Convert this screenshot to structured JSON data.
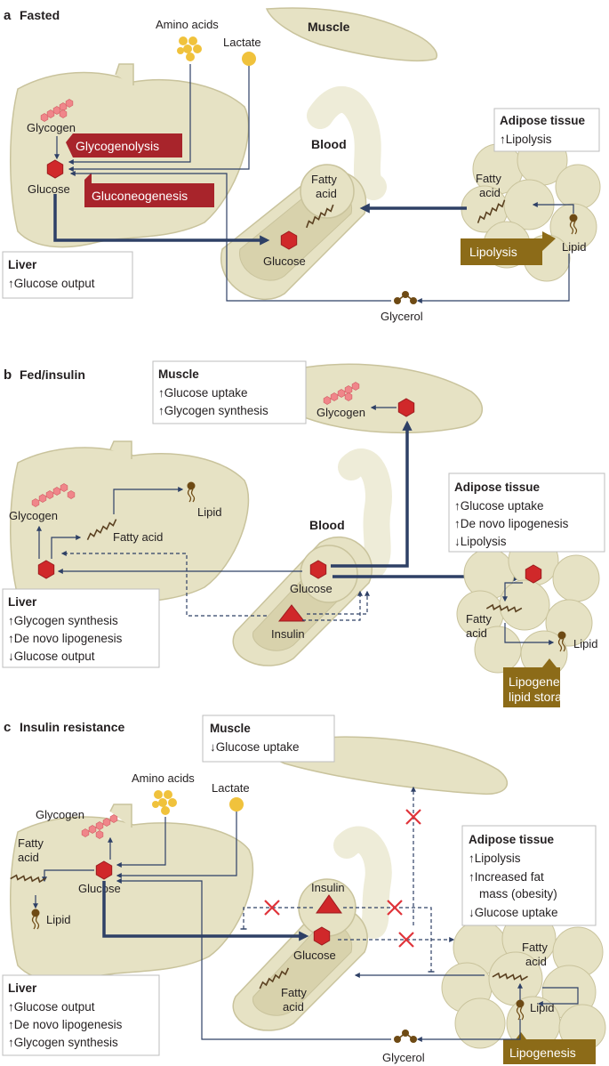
{
  "panels": [
    {
      "letter": "a",
      "title": "Fasted",
      "labels": {
        "amino_acids": "Amino acids",
        "lactate": "Lactate",
        "muscle": "Muscle",
        "glycogen": "Glycogen",
        "glucose": "Glucose",
        "blood": "Blood",
        "fatty_acid_1": "Fatty",
        "fatty_acid_2": "acid",
        "blood_glucose": "Glucose",
        "lipid": "Lipid",
        "glycerol": "Glycerol"
      },
      "process_tags": {
        "glycogenolysis": "Glycogenolysis",
        "gluconeogenesis": "Gluconeogenesis",
        "lipolysis": "Lipolysis"
      },
      "boxes": {
        "adipose": {
          "title": "Adipose tissue",
          "lines": [
            "↑Lipolysis"
          ]
        },
        "liver": {
          "title": "Liver",
          "lines": [
            "↑Glucose output"
          ]
        }
      }
    },
    {
      "letter": "b",
      "title": "Fed/insulin",
      "labels": {
        "muscle_glycogen": "Glycogen",
        "glycogen": "Glycogen",
        "lipid": "Lipid",
        "fatty_acid": "Fatty acid",
        "blood": "Blood",
        "glucose": "Glucose",
        "insulin": "Insulin",
        "adipose_fatty_1": "Fatty",
        "adipose_fatty_2": "acid",
        "adipose_lipid": "Lipid"
      },
      "process_tags": {
        "lipogenesis_1": "Lipogenesis/",
        "lipogenesis_2": "lipid storage"
      },
      "boxes": {
        "muscle": {
          "title": "Muscle",
          "lines": [
            "↑Glucose uptake",
            "↑Glycogen synthesis"
          ]
        },
        "adipose": {
          "title": "Adipose tissue",
          "lines": [
            "↑Glucose uptake",
            "↑De novo lipogenesis",
            "↓Lipolysis"
          ]
        },
        "liver": {
          "title": "Liver",
          "lines": [
            "↑Glycogen synthesis",
            "↑De novo lipogenesis",
            "↓Glucose output"
          ]
        }
      }
    },
    {
      "letter": "c",
      "title": "Insulin resistance",
      "labels": {
        "amino_acids": "Amino acids",
        "lactate": "Lactate",
        "glycogen": "Glycogen",
        "fatty_acid_1": "Fatty",
        "fatty_acid_2": "acid",
        "glucose": "Glucose",
        "lipid": "Lipid",
        "insulin": "Insulin",
        "blood_glucose": "Glucose",
        "blood_fatty_1": "Fatty",
        "blood_fatty_2": "acid",
        "adipose_fatty_1": "Fatty",
        "adipose_fatty_2": "acid",
        "adipose_lipid": "Lipid",
        "glycerol": "Glycerol"
      },
      "process_tags": {
        "lipogenesis": "Lipogenesis"
      },
      "boxes": {
        "muscle": {
          "title": "Muscle",
          "lines": [
            "↓Glucose uptake"
          ]
        },
        "adipose": {
          "title": "Adipose tissue",
          "lines": [
            "↑Lipolysis",
            "↑Increased fat",
            "mass (obesity)",
            "↓Glucose uptake"
          ]
        },
        "liver": {
          "title": "Liver",
          "lines": [
            "↑Glucose output",
            "↑De novo lipogenesis",
            "↑Glycogen synthesis"
          ]
        }
      }
    }
  ],
  "colors": {
    "tissue_fill": "#e6e2c4",
    "tissue_stroke": "#c9c39c",
    "arrow_dark": "#2e4066",
    "glucose_red": "#d0282a",
    "glycogen_pink": "#f0868a",
    "tag_red": "#a8242b",
    "tag_gold": "#8c6b18",
    "amino_gold": "#f0c23c",
    "lipid_brown": "#6e4a14",
    "block_red": "#e0343a"
  }
}
